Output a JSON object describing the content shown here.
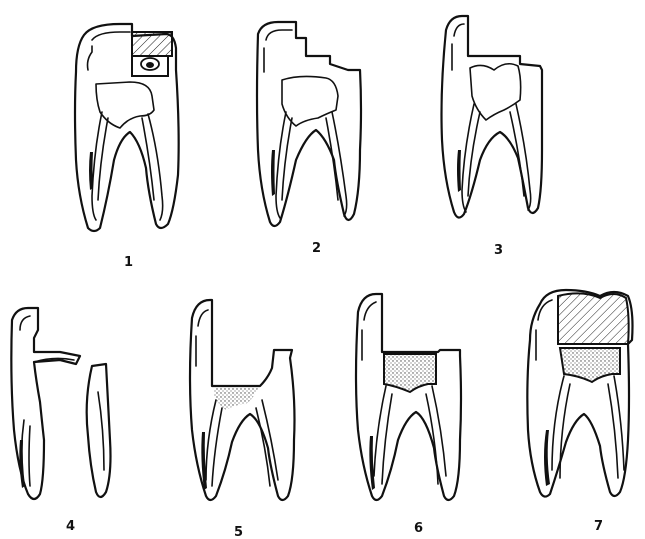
{
  "figures": [
    {
      "label": "1"
    },
    {
      "label": "2"
    },
    {
      "label": "3"
    },
    {
      "label": "4"
    },
    {
      "label": "5"
    },
    {
      "label": "6"
    },
    {
      "label": "7"
    }
  ]
}
